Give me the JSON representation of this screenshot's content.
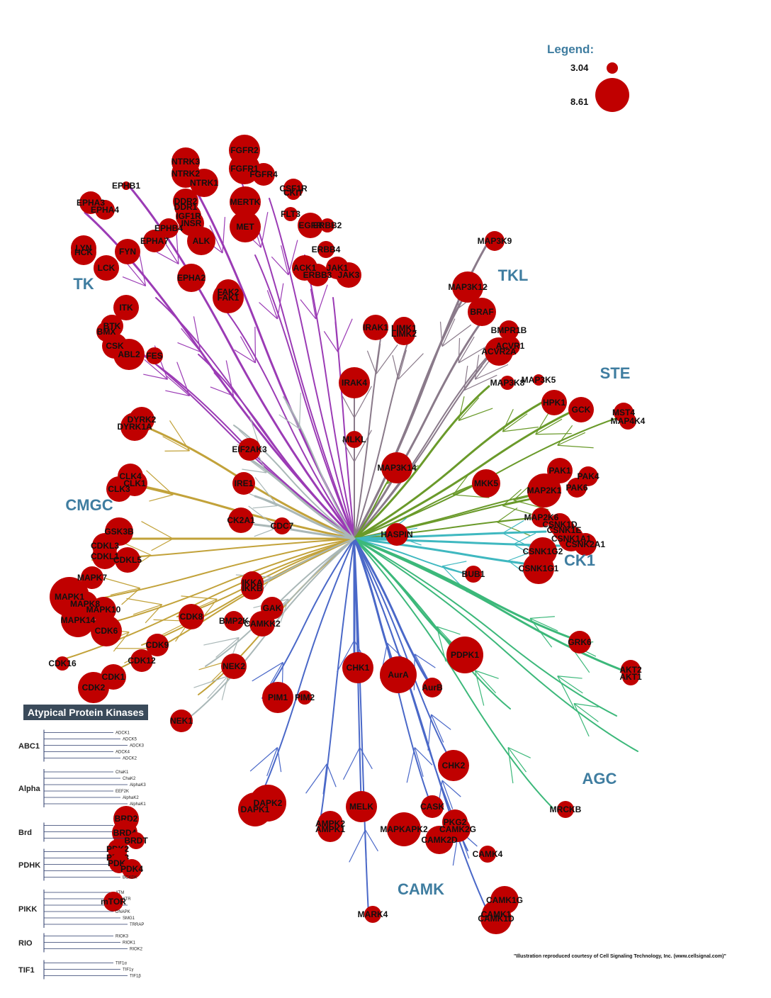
{
  "legend": {
    "title": "Legend:",
    "small_value": "3.04",
    "large_value": "8.61"
  },
  "groups": [
    "TK",
    "TKL",
    "STE",
    "CK1",
    "AGC",
    "CAMK",
    "CMGC"
  ],
  "atypical": {
    "title": "Atypical Protein Kinases",
    "families": [
      "ABC1",
      "Alpha",
      "Brd",
      "PDHK",
      "PIKK",
      "RIO",
      "TIF1"
    ],
    "members": [
      "ADCK1",
      "ADCK5",
      "ADCK3",
      "ADCK4",
      "ADCK2",
      "ChaK1",
      "ChaK2",
      "AlphaK3",
      "EEF2K",
      "AlphaK2",
      "AlphaK1",
      "BRD2",
      "BRD4",
      "BRDT",
      "PDK2",
      "PDK3",
      "PDK1",
      "PDK4",
      "BCKDK",
      "ATM",
      "ATR",
      "mTOR",
      "DNAPK",
      "SMG1",
      "TRRAP",
      "RIOK3",
      "RIOK1",
      "RIOK2",
      "TIF1α",
      "TIF1γ",
      "TIF1β"
    ]
  },
  "highlighted_kinases": [
    "NTRK3",
    "NTRK2",
    "NTRK1",
    "FGFR2",
    "FGFR1",
    "FGFR4",
    "CSF1R",
    "CKIT",
    "EPHB1",
    "EPHA3",
    "EPHA4",
    "DDR2",
    "DDR1",
    "IGF1R",
    "INSR",
    "MERTK",
    "FLT3",
    "EGFR",
    "ERBB2",
    "EPHB4",
    "EPHA7",
    "ALK",
    "MET",
    "LYN",
    "HCK",
    "FYN",
    "LCK",
    "ERBB4",
    "ACK1",
    "ERBB3",
    "JAK1",
    "JAK3",
    "EPHA2",
    "FAK2",
    "FAK1",
    "ITK",
    "BTK",
    "BMX",
    "CSK",
    "ABL2",
    "FES",
    "MAP3K9",
    "MAP3K12",
    "BRAF",
    "BMPR1B",
    "ACVR1",
    "ACVR2A",
    "IRAK1",
    "LIMK1",
    "LIMK2",
    "IRAK4",
    "MLKL",
    "MAP3K8",
    "MAP3K5",
    "HPK1",
    "GCK",
    "MST4",
    "MAP4K4",
    "MAP3K14",
    "PAK1",
    "PAK4",
    "PAK6",
    "MKK5",
    "MAP2K1",
    "MAP2K6",
    "CSNK1D",
    "CSNK1E",
    "CSNK1A1",
    "CSNK2A1",
    "CSNK1G2",
    "CSNK1G1",
    "HASPIN",
    "BUB1",
    "EIF2AK3",
    "IRE1",
    "CK2A1",
    "CDC7",
    "DYRK2",
    "DYRK1A",
    "CLK4",
    "CLK1",
    "CLK3",
    "GSK3B",
    "CDKL3",
    "CDKL1",
    "CDKL5",
    "MAPK7",
    "MAPK1",
    "MAPK8",
    "MAPK10",
    "MAPK14",
    "CDK6",
    "CDK8",
    "IKKA",
    "IKKB",
    "GAK",
    "BMP2K",
    "CAMKK2",
    "CDK9",
    "CDK12",
    "CDK1",
    "CDK2",
    "CDK16",
    "NEK2",
    "NEK1",
    "CHK1",
    "AurA",
    "AurB",
    "PIM1",
    "PIM2",
    "PDPK1",
    "GRK6",
    "AKT2",
    "AKT1",
    "CHK2",
    "MELK",
    "CASK",
    "AMPK2",
    "AMPK1",
    "DAPK2",
    "DAPK1",
    "MAPKAPK2",
    "PKG2",
    "CAMK2G",
    "CAMK2D",
    "CAMK4",
    "MRCKB",
    "MARK4",
    "CAMK1G",
    "CAMK1",
    "CAMK1D"
  ],
  "credit": "\"Illustration reproduced courtesy of Cell Signaling Technology, Inc. (www.cellsignal.com)\""
}
